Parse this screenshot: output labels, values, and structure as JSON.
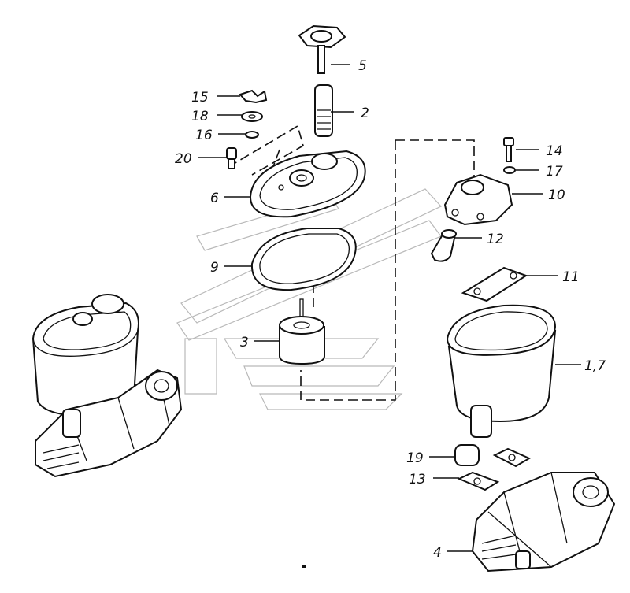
{
  "diagram": {
    "callouts": [
      {
        "id": "c5",
        "label": "5"
      },
      {
        "id": "c15",
        "label": "15"
      },
      {
        "id": "c2",
        "label": "2"
      },
      {
        "id": "c18",
        "label": "18"
      },
      {
        "id": "c16",
        "label": "16"
      },
      {
        "id": "c20",
        "label": "20"
      },
      {
        "id": "c6",
        "label": "6"
      },
      {
        "id": "c14",
        "label": "14"
      },
      {
        "id": "c17",
        "label": "17"
      },
      {
        "id": "c10",
        "label": "10"
      },
      {
        "id": "c12",
        "label": "12"
      },
      {
        "id": "c9",
        "label": "9"
      },
      {
        "id": "c11",
        "label": "11"
      },
      {
        "id": "c3",
        "label": "3"
      },
      {
        "id": "c17b",
        "label": "1,7"
      },
      {
        "id": "c19",
        "label": "19"
      },
      {
        "id": "c13",
        "label": "13"
      },
      {
        "id": "c4",
        "label": "4"
      }
    ]
  }
}
